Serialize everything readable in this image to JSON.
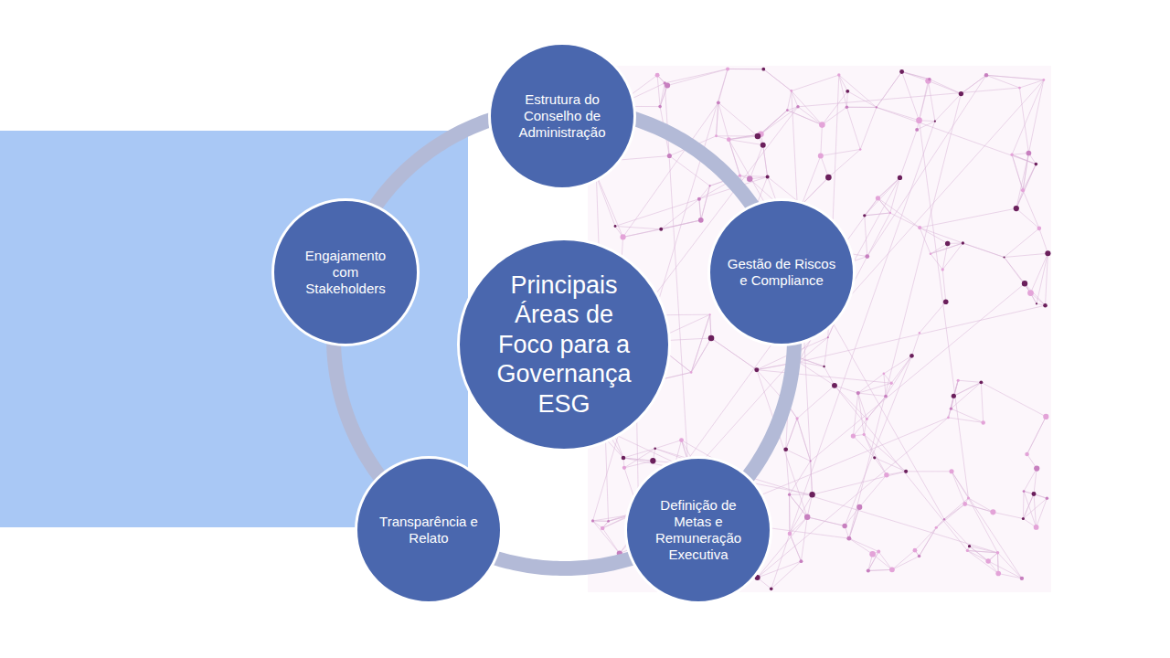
{
  "diagram": {
    "nodes": [
      {
        "text": [
          "Principais Áreas de Foco para a Governança ESG"
        ]
      },
      {
        "text": [
          "Estrutura do Conselho de Administração"
        ]
      },
      {
        "text": [
          "Gestão de Riscos e Compliance"
        ]
      },
      {
        "text": [
          "Definição de Metas e Remuneração Executiva"
        ]
      },
      {
        "text": [
          "Transparência e Relato"
        ]
      },
      {
        "text": [
          "Engajamento com Stakeholders"
        ]
      }
    ],
    "edges": [
      {
        "from": 1,
        "to": 2,
        "arrow": "none"
      },
      {
        "from": 2,
        "to": 3,
        "arrow": "none"
      },
      {
        "from": 3,
        "to": 4,
        "arrow": "none"
      },
      {
        "from": 4,
        "to": 5,
        "arrow": "none"
      },
      {
        "from": 5,
        "to": 1,
        "arrow": "none"
      }
    ]
  }
}
